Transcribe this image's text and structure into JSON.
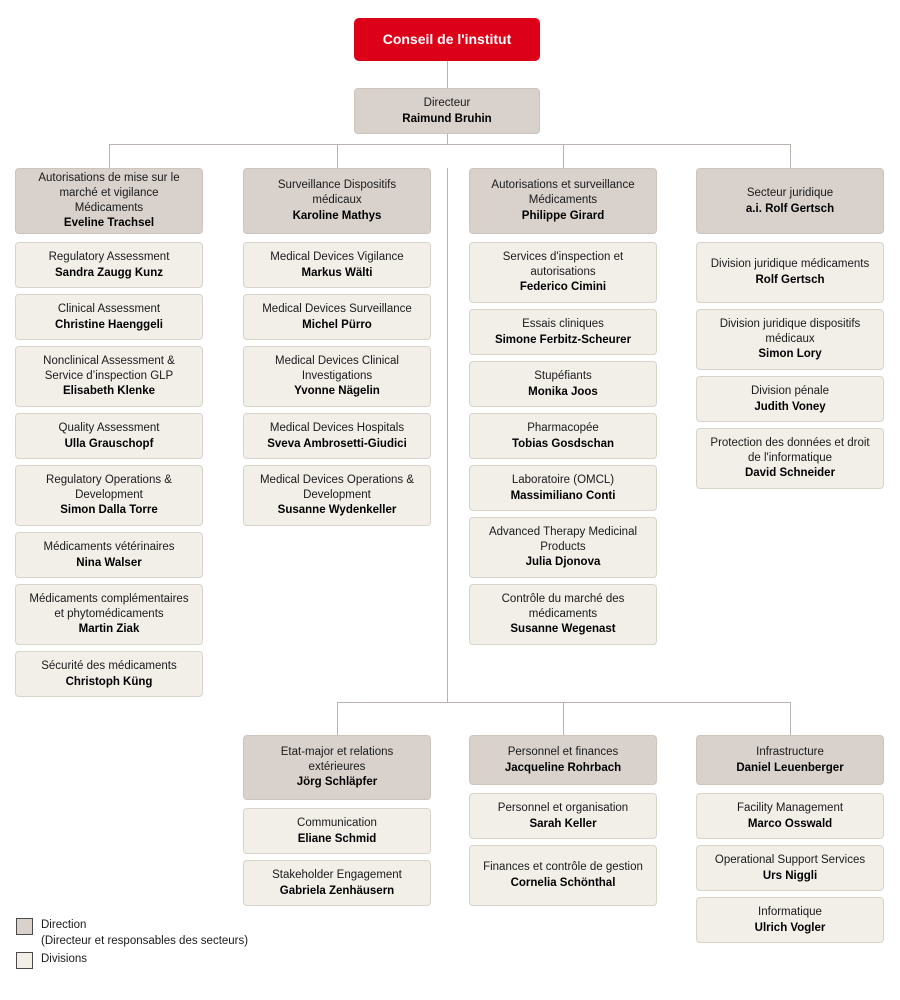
{
  "root": {
    "label": "Conseil de l'institut"
  },
  "director": {
    "title": "Directeur",
    "person": "Raimund Bruhin"
  },
  "columns": [
    {
      "id": "col-autorisations-mise-sur-le-marche",
      "head": {
        "title": "Autorisations de mise sur le marché et vigilance Médicaments",
        "person": "Eveline Trachsel"
      },
      "divisions": [
        {
          "title": "Regulatory Assessment",
          "person": "Sandra Zaugg Kunz"
        },
        {
          "title": "Clinical Assessment",
          "person": "Christine Haenggeli"
        },
        {
          "title": "Nonclinical Assessment & Service d’inspection GLP",
          "person": "Elisabeth Klenke"
        },
        {
          "title": "Quality Assessment",
          "person": "Ulla Grauschopf"
        },
        {
          "title": "Regulatory Operations & Development",
          "person": "Simon Dalla Torre"
        },
        {
          "title": "Médicaments vétérinaires",
          "person": "Nina Walser"
        },
        {
          "title": "Médicaments complémentaires et phytomédicaments",
          "person": "Martin Ziak"
        },
        {
          "title": "Sécurité des médicaments",
          "person": "Christoph Küng"
        }
      ]
    },
    {
      "id": "col-surveillance-dispositifs-medicaux",
      "head": {
        "title": "Surveillance Dispositifs médicaux",
        "person": "Karoline Mathys"
      },
      "divisions": [
        {
          "title": "Medical Devices Vigilance",
          "person": "Markus Wälti"
        },
        {
          "title": "Medical Devices Surveillance",
          "person": "Michel Pürro"
        },
        {
          "title": "Medical Devices Clinical Investigations",
          "person": "Yvonne Nägelin"
        },
        {
          "title": "Medical Devices Hospitals",
          "person": "Sveva Ambrosetti-Giudici"
        },
        {
          "title": "Medical Devices Operations & Development",
          "person": "Susanne Wydenkeller"
        }
      ]
    },
    {
      "id": "col-autorisations-et-surveillance-medicaments",
      "head": {
        "title": "Autorisations et surveillance Médicaments",
        "person": "Philippe Girard"
      },
      "divisions": [
        {
          "title": "Services d'inspection et autorisations",
          "person": "Federico Cimini"
        },
        {
          "title": "Essais cliniques",
          "person": "Simone Ferbitz-Scheurer"
        },
        {
          "title": "Stupéfiants",
          "person": "Monika Joos"
        },
        {
          "title": "Pharmacopée",
          "person": "Tobias Gosdschan"
        },
        {
          "title": "Laboratoire (OMCL)",
          "person": "Massimiliano Conti"
        },
        {
          "title": "Advanced Therapy Medicinal Products",
          "person": "Julia Djonova"
        },
        {
          "title": "Contrôle du marché des médicaments",
          "person": "Susanne Wegenast"
        }
      ]
    },
    {
      "id": "col-secteur-juridique",
      "head": {
        "title": "Secteur juridique",
        "person": "a.i. Rolf Gertsch"
      },
      "divisions": [
        {
          "title": "Division juridique médicaments",
          "person": "Rolf Gertsch"
        },
        {
          "title": "Division juridique dispositifs médicaux",
          "person": "Simon Lory"
        },
        {
          "title": "Division pénale",
          "person": "Judith Voney"
        },
        {
          "title": "Protection des données et droit de l'informatique",
          "person": "David Schneider"
        }
      ]
    }
  ],
  "bottom_columns": [
    {
      "id": "col-etat-major",
      "head": {
        "title": "Etat-major et relations extérieures",
        "person": "Jörg Schläpfer"
      },
      "divisions": [
        {
          "title": "Communication",
          "person": "Eliane Schmid"
        },
        {
          "title": "Stakeholder Engagement",
          "person": "Gabriela Zenhäusern"
        }
      ]
    },
    {
      "id": "col-personnel-et-finances",
      "head": {
        "title": "Personnel et finances",
        "person": "Jacqueline Rohrbach"
      },
      "divisions": [
        {
          "title": "Personnel et organisation",
          "person": "Sarah Keller"
        },
        {
          "title": "Finances et contrôle de gestion",
          "person": "Cornelia Schönthal"
        }
      ]
    },
    {
      "id": "col-infrastructure",
      "head": {
        "title": "Infrastructure",
        "person": "Daniel Leuenberger"
      },
      "divisions": [
        {
          "title": "Facility Management",
          "person": "Marco Osswald"
        },
        {
          "title": "Operational Support Services",
          "person": "Urs Niggli"
        },
        {
          "title": "Informatique",
          "person": "Ulrich Vogler"
        }
      ]
    }
  ],
  "legend": {
    "direction_label": "Direction",
    "direction_sub": "(Directeur et responsables des secteurs)",
    "divisions_label": "Divisions"
  },
  "colors": {
    "root_red": "#dc0019",
    "direction_grey": "#d9d1cc",
    "division_cream": "#f2efe9",
    "line_grey": "#b9b2ae"
  }
}
